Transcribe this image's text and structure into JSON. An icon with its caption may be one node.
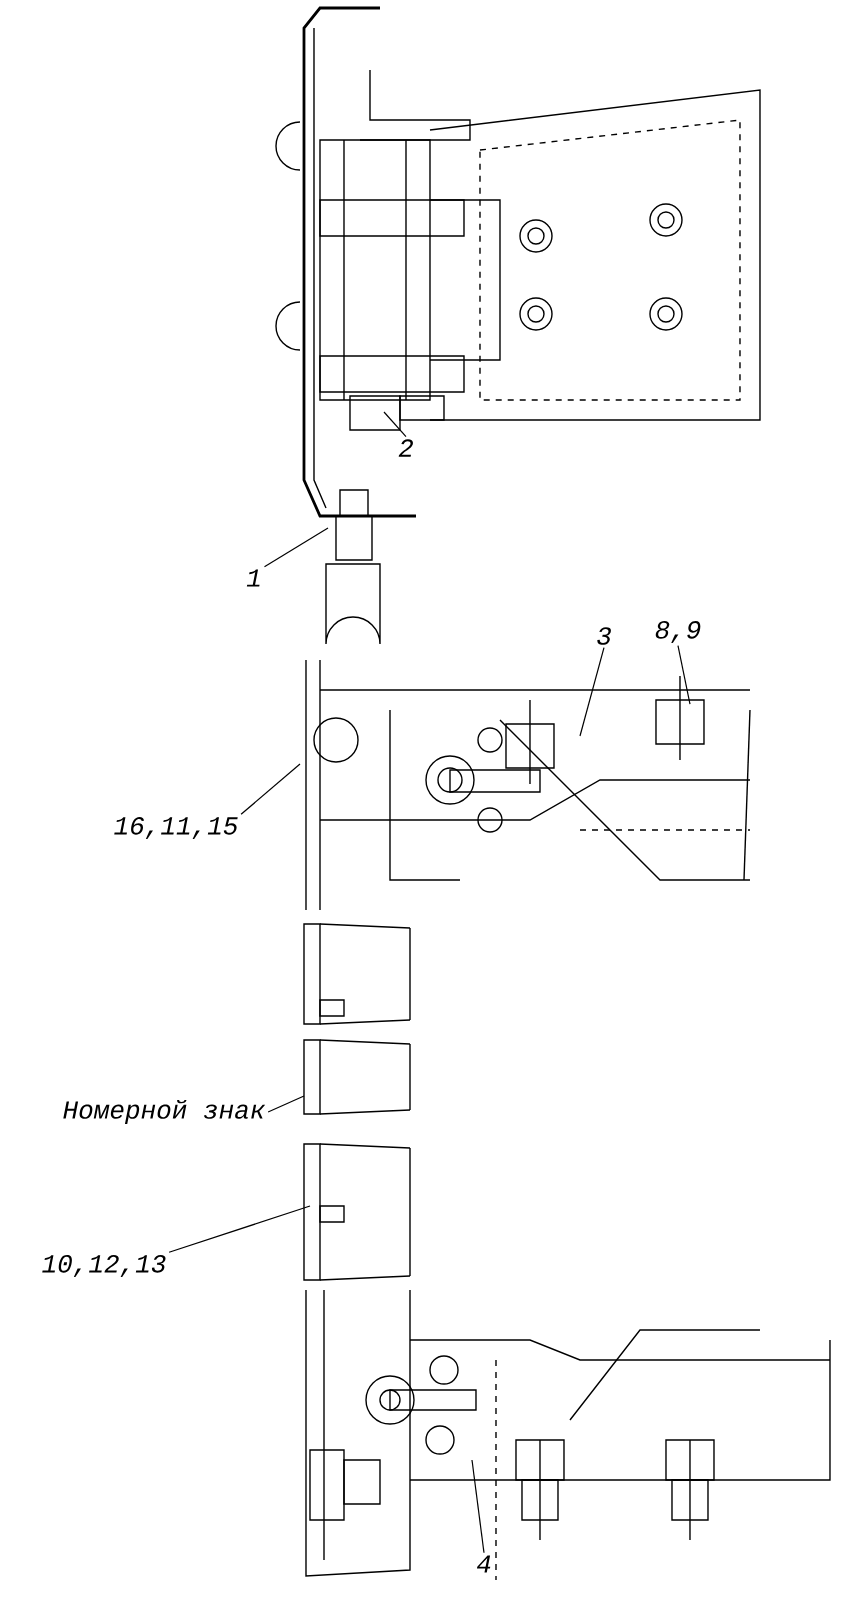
{
  "diagram": {
    "nodes": [
      {
        "text": [
          "1"
        ]
      },
      {
        "text": [
          "2"
        ]
      },
      {
        "text": [
          "3"
        ]
      },
      {
        "text": [
          "8,9"
        ]
      },
      {
        "text": [
          "16,11,15"
        ]
      },
      {
        "text": [
          "Номерной знак"
        ]
      },
      {
        "text": [
          "10,12,13"
        ]
      },
      {
        "text": [
          "4"
        ]
      }
    ],
    "edges": [
      {
        "from": 0,
        "to": null,
        "arrow": "none"
      },
      {
        "from": 1,
        "to": null,
        "arrow": "none"
      },
      {
        "from": 2,
        "to": null,
        "arrow": "none"
      },
      {
        "from": 3,
        "to": null,
        "arrow": "none"
      },
      {
        "from": 4,
        "to": null,
        "arrow": "none"
      },
      {
        "from": 5,
        "to": null,
        "arrow": "none"
      },
      {
        "from": 6,
        "to": null,
        "arrow": "none"
      },
      {
        "from": 7,
        "to": null,
        "arrow": "none"
      }
    ]
  }
}
